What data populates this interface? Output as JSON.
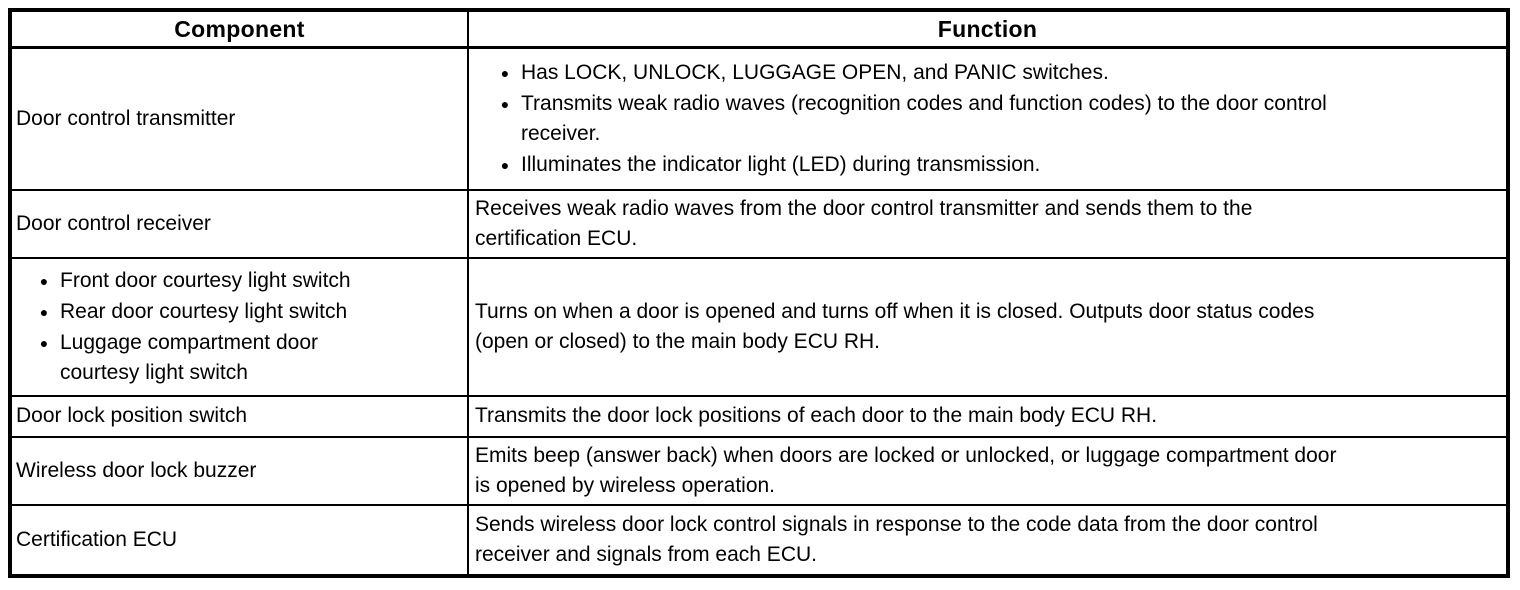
{
  "icons": {
    "bullet": "●"
  },
  "colors": {
    "border": "#000000",
    "text": "#000000",
    "background": "#ffffff"
  },
  "table": {
    "headers": {
      "component": "Component",
      "function": "Function"
    },
    "rows": [
      {
        "component_text": "Door control transmitter",
        "function_bullets": [
          "Has LOCK, UNLOCK, LUGGAGE OPEN, and PANIC switches.",
          "Transmits weak radio waves (recognition codes and function codes) to the door control\nreceiver.",
          "Illuminates the indicator light (LED) during transmission."
        ]
      },
      {
        "component_text": "Door control receiver",
        "function_text": "Receives weak radio waves from the door control transmitter and sends them to the\ncertification ECU."
      },
      {
        "component_bullets": [
          "Front door courtesy light switch",
          "Rear door courtesy light switch",
          "Luggage compartment door\ncourtesy light switch"
        ],
        "function_text": "Turns on when a door is opened and turns off when it is closed. Outputs door status codes\n(open or closed) to the main body ECU RH."
      },
      {
        "component_text": "Door lock position switch",
        "function_text": "Transmits the door lock positions of each door to the main body ECU RH."
      },
      {
        "component_text": "Wireless door lock buzzer",
        "function_text": "Emits beep (answer back) when doors are locked or unlocked, or luggage compartment door\nis opened by wireless operation."
      },
      {
        "component_text": "Certification ECU",
        "function_text": "Sends wireless door lock control signals in response to the code data from the door control\nreceiver and signals from each ECU."
      }
    ]
  }
}
